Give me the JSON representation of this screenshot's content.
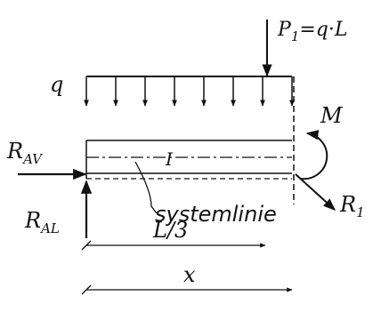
{
  "labels": {
    "q": "q",
    "p1_symbol": "P",
    "p1_subscript": "1",
    "p1_rhs": "=q·L",
    "M": "M",
    "rav_symbol": "R",
    "rav_subscript": "AV",
    "ral_symbol": "R",
    "ral_subscript": "AL",
    "r1_symbol": "R",
    "r1_subscript": "1",
    "section_mark": "I",
    "systemlinie": "systemlinie",
    "dim_L3": "L/3",
    "dim_x": "x"
  },
  "colors": {
    "ink": "#111111",
    "background": "#ffffff"
  }
}
